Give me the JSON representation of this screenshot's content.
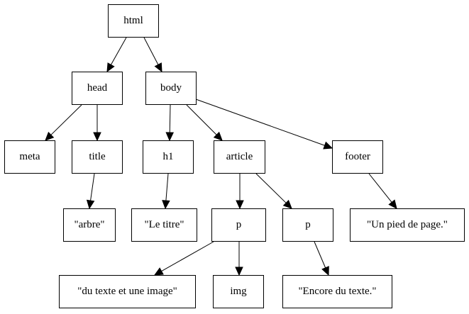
{
  "nodes": [
    {
      "id": "html",
      "label": "html"
    },
    {
      "id": "head",
      "label": "head"
    },
    {
      "id": "body",
      "label": "body"
    },
    {
      "id": "meta",
      "label": "meta"
    },
    {
      "id": "title",
      "label": "title"
    },
    {
      "id": "h1",
      "label": "h1"
    },
    {
      "id": "article",
      "label": "article"
    },
    {
      "id": "footer",
      "label": "footer"
    },
    {
      "id": "arbre",
      "label": "\"arbre\""
    },
    {
      "id": "le-titre",
      "label": "\"Le titre\""
    },
    {
      "id": "p1",
      "label": "p"
    },
    {
      "id": "p2",
      "label": "p"
    },
    {
      "id": "pied",
      "label": "\"Un pied de page.\""
    },
    {
      "id": "du-texte",
      "label": "\"du texte et une image\""
    },
    {
      "id": "img",
      "label": "img"
    },
    {
      "id": "encore",
      "label": "\"Encore du texte.\""
    }
  ],
  "edges": [
    {
      "from": "html",
      "to": "head"
    },
    {
      "from": "html",
      "to": "body"
    },
    {
      "from": "head",
      "to": "meta"
    },
    {
      "from": "head",
      "to": "title"
    },
    {
      "from": "body",
      "to": "h1"
    },
    {
      "from": "body",
      "to": "article"
    },
    {
      "from": "body",
      "to": "footer"
    },
    {
      "from": "title",
      "to": "arbre"
    },
    {
      "from": "h1",
      "to": "le-titre"
    },
    {
      "from": "article",
      "to": "p1"
    },
    {
      "from": "article",
      "to": "p2"
    },
    {
      "from": "footer",
      "to": "pied"
    },
    {
      "from": "p1",
      "to": "du-texte"
    },
    {
      "from": "p1",
      "to": "img"
    },
    {
      "from": "p2",
      "to": "encore"
    }
  ]
}
